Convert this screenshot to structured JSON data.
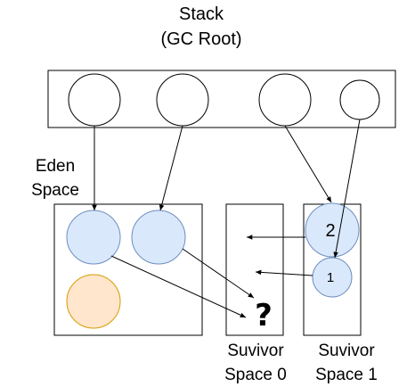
{
  "stack": {
    "title_line1": "Stack",
    "title_line2": "(GC Root)",
    "roots": [
      "",
      "",
      "",
      ""
    ]
  },
  "eden": {
    "label_line1": "Eden",
    "label_line2": "Space"
  },
  "survivor0": {
    "label_line1": "Suvivor",
    "label_line2": "Space 0",
    "unknown_marker": "?"
  },
  "survivor1": {
    "label_line1": "Suvivor",
    "label_line2": "Space 1",
    "object_2_label": "2",
    "object_1_label": "1"
  },
  "colors": {
    "stroke": "#000000",
    "object_blue_fill": "#dae8fc",
    "object_blue_stroke": "#6c8ebf",
    "object_orange_fill": "#ffe6cc",
    "object_orange_stroke": "#d79b00"
  }
}
